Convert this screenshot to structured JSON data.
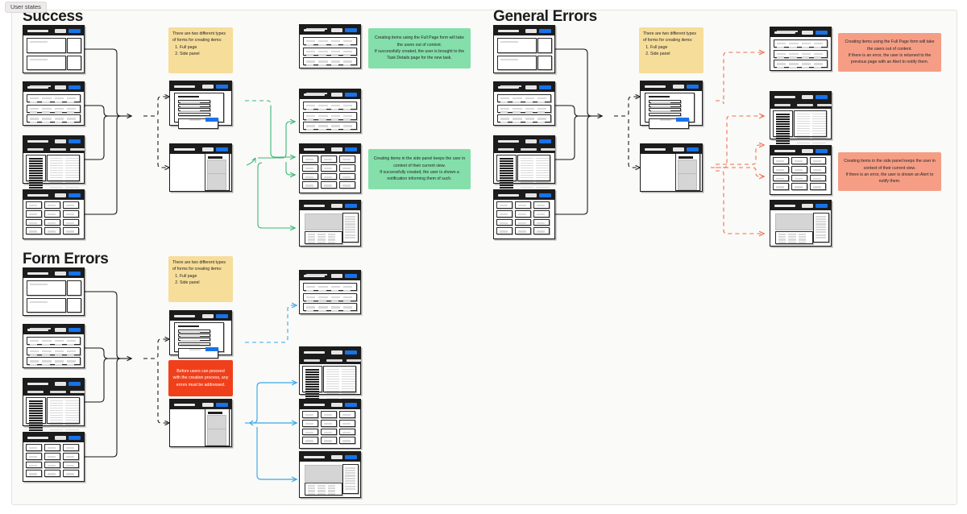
{
  "board": {
    "tag": "User states"
  },
  "sections": [
    {
      "id": "success",
      "title": "Success"
    },
    {
      "id": "general-errors",
      "title": "General Errors"
    },
    {
      "id": "form-errors",
      "title": "Form Errors"
    }
  ],
  "notes": {
    "forms_success": {
      "intro": "There are two different types of forms for creating items:",
      "item1": "Full page",
      "item2": "Side panel"
    },
    "forms_general": {
      "intro": "There are two different types of forms for creating items:",
      "item1": "Full page",
      "item2": "Side panel"
    },
    "forms_formerrors": {
      "intro": "There are two different types of forms for creating items:",
      "item1": "Full page",
      "item2": "Side panel"
    },
    "success_fullpage": "Creating items using the Full Page form will take the users out of context.\nIf successfully created, the user is brought to the Task Details page for the new task.",
    "success_sidepanel": "Creating items in the side panel keeps the user in context of their current view.\nIf successfully created, the user is shown a notification informing them of such.",
    "generalerror_fullpage": "Creating items using the Full Page form will take the users out of content.\nIf there is an error, the user is returned to the previous page with an Alert to notify them.",
    "generalerror_sidepanel": "Creating items in the side panel keeps the user in context of their current view.\nIf there is an error, the user is shown an Alert to notify them.",
    "formerror_warning": "Before users can proceed with the creation process, any errors must be addressed."
  },
  "colors": {
    "accent_blue_button": "#1872e8",
    "connector_black": "#111111",
    "connector_green": "#3cb878",
    "connector_orange": "#ef6f4e",
    "connector_blue": "#3ba7e8",
    "note_yellow": "#f6dd9a",
    "note_green": "#84dfab",
    "note_salmon": "#f59e85",
    "note_red": "#f0401b",
    "header_dark": "#1c1c1c"
  },
  "wireframes": {
    "success": {
      "sources": [
        {
          "name": "dashboard-panels-screen",
          "type": "panels"
        },
        {
          "name": "table-list-screen",
          "type": "table"
        },
        {
          "name": "list-detail-screen",
          "type": "listdetail"
        },
        {
          "name": "card-grid-screen",
          "type": "cards"
        }
      ],
      "forms": [
        {
          "name": "full-page-form-screen",
          "type": "fullform"
        },
        {
          "name": "side-panel-form-screen",
          "type": "sidepanel"
        }
      ],
      "results": [
        {
          "name": "table-list-result",
          "type": "table"
        },
        {
          "name": "table-list-result-2",
          "type": "table"
        },
        {
          "name": "card-grid-result",
          "type": "cards"
        },
        {
          "name": "detail-view-result",
          "type": "detail"
        }
      ]
    },
    "general_errors": {
      "sources": [
        {
          "name": "dashboard-panels-screen",
          "type": "panels"
        },
        {
          "name": "table-list-screen",
          "type": "table"
        },
        {
          "name": "list-detail-screen",
          "type": "listdetail"
        },
        {
          "name": "card-grid-screen",
          "type": "cards"
        }
      ],
      "forms": [
        {
          "name": "full-page-form-screen",
          "type": "fullform"
        },
        {
          "name": "side-panel-form-screen",
          "type": "sidepanel"
        }
      ],
      "results": [
        {
          "name": "table-list-result",
          "type": "table"
        },
        {
          "name": "list-detail-result",
          "type": "listdetail"
        },
        {
          "name": "card-grid-result",
          "type": "cards"
        },
        {
          "name": "detail-view-result",
          "type": "detail"
        }
      ]
    },
    "form_errors": {
      "sources": [
        {
          "name": "dashboard-panels-screen",
          "type": "panels"
        },
        {
          "name": "table-list-screen",
          "type": "table"
        },
        {
          "name": "list-detail-screen",
          "type": "listdetail"
        },
        {
          "name": "card-grid-screen",
          "type": "cards"
        }
      ],
      "forms": [
        {
          "name": "full-page-form-screen",
          "type": "fullform"
        },
        {
          "name": "side-panel-form-screen",
          "type": "sidepanel"
        }
      ],
      "results": [
        {
          "name": "table-list-result",
          "type": "table"
        },
        {
          "name": "list-detail-result",
          "type": "listdetail"
        },
        {
          "name": "card-grid-result",
          "type": "cards"
        },
        {
          "name": "detail-view-result",
          "type": "detail"
        }
      ]
    }
  }
}
